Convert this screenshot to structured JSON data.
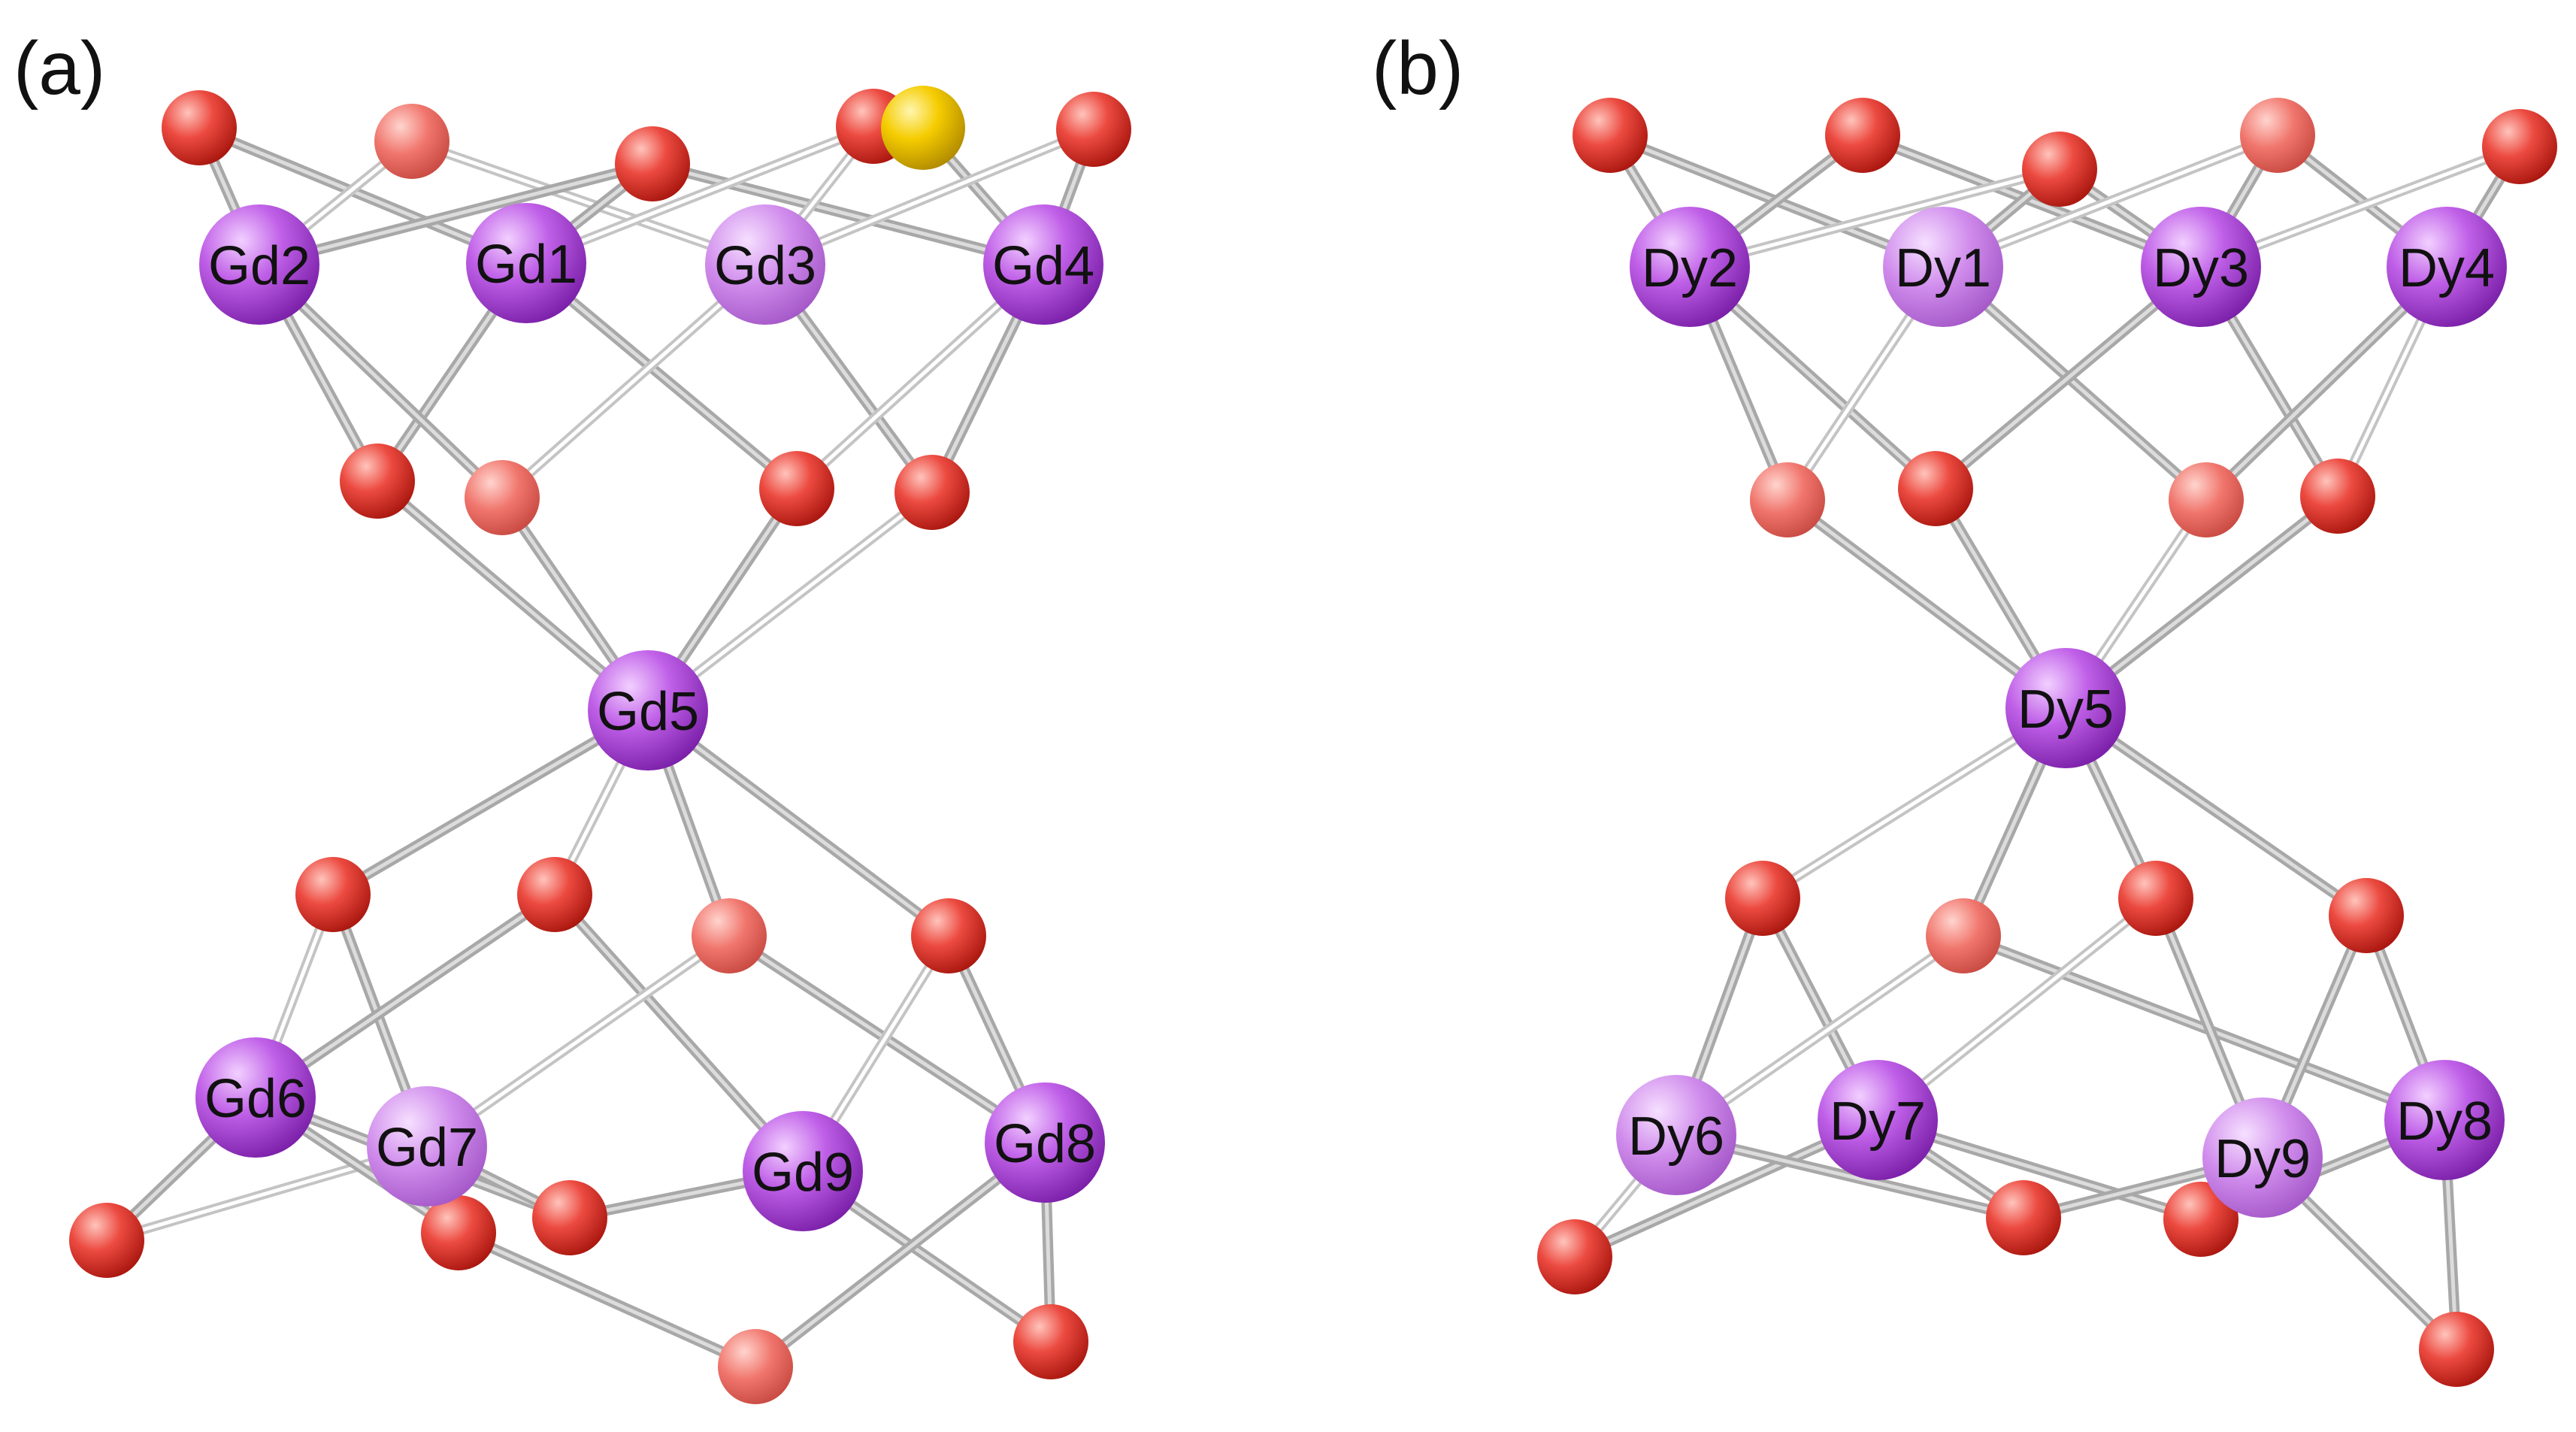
{
  "panels": [
    {
      "label": "(a)",
      "metals": [
        {
          "id": "Gd1",
          "label": "Gd1"
        },
        {
          "id": "Gd2",
          "label": "Gd2"
        },
        {
          "id": "Gd3",
          "label": "Gd3"
        },
        {
          "id": "Gd4",
          "label": "Gd4"
        },
        {
          "id": "Gd5",
          "label": "Gd5"
        },
        {
          "id": "Gd6",
          "label": "Gd6"
        },
        {
          "id": "Gd7",
          "label": "Gd7"
        },
        {
          "id": "Gd8",
          "label": "Gd8"
        },
        {
          "id": "Gd9",
          "label": "Gd9"
        }
      ]
    },
    {
      "label": "(b)",
      "metals": [
        {
          "id": "Dy1",
          "label": "Dy1"
        },
        {
          "id": "Dy2",
          "label": "Dy2"
        },
        {
          "id": "Dy3",
          "label": "Dy3"
        },
        {
          "id": "Dy4",
          "label": "Dy4"
        },
        {
          "id": "Dy5",
          "label": "Dy5"
        },
        {
          "id": "Dy6",
          "label": "Dy6"
        },
        {
          "id": "Dy7",
          "label": "Dy7"
        },
        {
          "id": "Dy8",
          "label": "Dy8"
        },
        {
          "id": "Dy9",
          "label": "Dy9"
        }
      ]
    }
  ],
  "colors": {
    "metal": "#b84ee0",
    "metal_light": "#f0c8ff",
    "oxygen": "#e8423a",
    "oxygen_light": "#ffb0a8",
    "sulfur": "#f5c800",
    "bond": "#b8b8b8",
    "bond_light": "#e6e6e6",
    "background": "#ffffff"
  }
}
